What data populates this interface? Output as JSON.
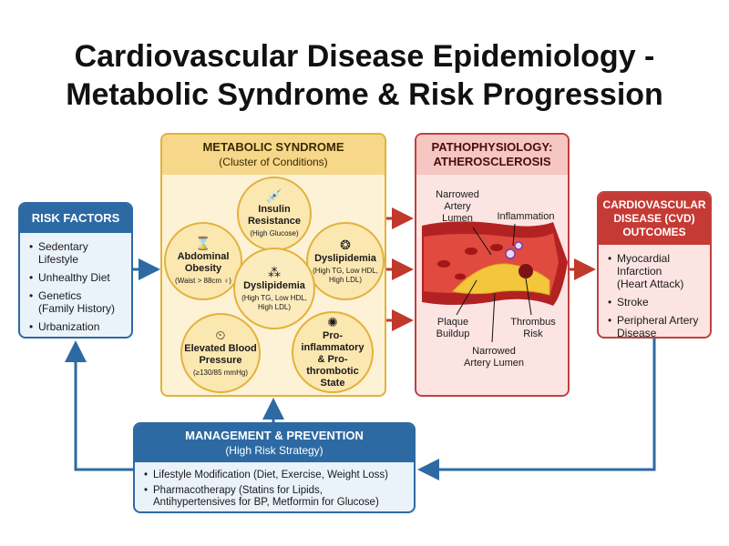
{
  "title": {
    "line1": "Cardiovascular Disease Epidemiology -",
    "line2": "Metabolic Syndrome & Risk Progression"
  },
  "risk_factors": {
    "heading": "RISK FACTORS",
    "items": [
      "Sedentary Lifestyle",
      "Unhealthy Diet",
      "Genetics\n(Family History)",
      "Urbanization"
    ]
  },
  "metabolic_syndrome": {
    "heading": "METABOLIC SYNDROME",
    "subheading": "(Cluster of Conditions)",
    "components": [
      {
        "name": "Insulin\nResistance",
        "detail": "(High Glucose)",
        "icon": "syringe-icon"
      },
      {
        "name": "Abdominal\nObesity",
        "detail": "(Waist > 88cm ♀)",
        "icon": "waist-icon"
      },
      {
        "name": "Dyslipidemia",
        "detail": "(High TG, Low HDL,\nHigh LDL)",
        "icon": "lipid-droplets-icon"
      },
      {
        "name": "Dyslipidemia",
        "detail": "(High TG, Low HDL,\nHigh LDL)",
        "icon": "fat-cells-icon"
      },
      {
        "name": "Elevated Blood\nPressure",
        "detail": "(≥130/85 mmHg)",
        "icon": "blood-pressure-cuff-icon"
      },
      {
        "name": "Pro-inflammatory\n& Pro-thrombotic\nState",
        "detail": "",
        "icon": "inflamed-cell-icon"
      }
    ]
  },
  "pathophysiology": {
    "heading": "PATHOPHYSIOLOGY:\nATHEROSCLEROSIS",
    "labels": {
      "narrowed_top": "Narrowed\nArtery\nLumen",
      "inflammation": "Inflammation",
      "plaque": "Plaque\nBuildup",
      "thrombus": "Thrombus\nRisk",
      "narrowed_bottom": "Narrowed\nArtery Lumen"
    }
  },
  "outcomes": {
    "heading": "CARDIOVASCULAR\nDISEASE (CVD)\nOUTCOMES",
    "items": [
      "Myocardial\nInfarction\n(Heart Attack)",
      "Stroke",
      "Peripheral Artery\nDisease"
    ]
  },
  "management": {
    "heading": "MANAGEMENT & PREVENTION",
    "subheading": "(High Risk Strategy)",
    "items": [
      "Lifestyle Modification (Diet, Exercise, Weight Loss)",
      "Pharmacotherapy (Statins for Lipids,\nAntihypertensives for BP, Metformin for Glucose)"
    ]
  },
  "colors": {
    "blue": "#2d6aa3",
    "gold": "#e2b23c",
    "red": "#c53a35",
    "arrow_red": "#c0392b"
  }
}
